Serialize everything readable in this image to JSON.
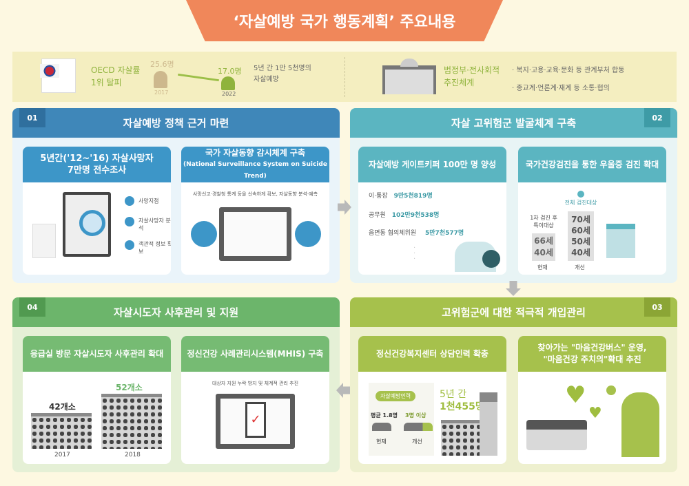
{
  "title": "‘자살예방 국가 행동계획’ 주요내용",
  "summary": {
    "oecd_label": [
      "OECD 자살률",
      "1위 탈피"
    ],
    "from_value": "25.6명",
    "from_year": "2017",
    "to_value": "17.0명",
    "to_year": "2022",
    "oecd_note": [
      "5년 간 1만 5천명의",
      "자살예방"
    ],
    "gov_label": [
      "범정부·전사회적",
      "추진체계"
    ],
    "gov_points": [
      "복지·고용·교육·문화 등 관계부처 합동",
      "종교계·언론계·재계 등 소통·협의"
    ]
  },
  "panels": [
    {
      "num": "01",
      "title": "자살예방 정책 근거 마련",
      "color": "#3f87b9",
      "cards": [
        {
          "title": [
            "5년간('12~'16) 자살사망자",
            "7만명 전수조사"
          ],
          "items": [
            "사망지점",
            "자살사망자 분석",
            "객관적 정보 확보"
          ]
        },
        {
          "title": [
            "국가 자살동향 감시체계 구축",
            "(National Surveillance System on Suicide Trend)"
          ],
          "desc": "사망신고·경찰청 통계 등을 신속하게 확보, 자살동향 분석·예측"
        }
      ]
    },
    {
      "num": "02",
      "title": "자살 고위험군 발굴체계 구축",
      "color": "#5bb5c1",
      "cards": [
        {
          "title": [
            "자살예방 게이트키퍼 100만 명 양성"
          ],
          "rows": [
            {
              "label": "이·통장",
              "value": "9만5천819명"
            },
            {
              "label": "공무원",
              "value": "102만9천538명"
            },
            {
              "label": "읍면동 협의체위원",
              "value": "5만7천577명"
            }
          ]
        },
        {
          "title": [
            "국가건강검진을 통한 우울증 검진 확대"
          ],
          "current_label": "1차 검진 후 특이대상",
          "current_ages": [
            "66세",
            "40세"
          ],
          "current": "현재",
          "improved_label": "전체 검진대상",
          "improved_ages": [
            "70세",
            "60세",
            "50세",
            "40세"
          ],
          "improved": "개선"
        }
      ]
    },
    {
      "num": "03",
      "title": "고위험군에 대한 적극적 개입관리",
      "color": "#a6c14c",
      "cards": [
        {
          "title": [
            "정신건강복지센터 상담인력 확충"
          ],
          "badge": "자살예방인력",
          "avg": "평균 1.8명",
          "target": "3명 이상",
          "current": "현재",
          "improved": "개선",
          "period": "5년 간",
          "total": "1천455명"
        },
        {
          "title": [
            "찾아가는 \"마음건강버스\" 운영,",
            "\"마음건강 주치의\"확대 추진"
          ]
        }
      ]
    },
    {
      "num": "04",
      "title": "자살시도자 사후관리 및 지원",
      "color": "#6cb56b",
      "cards": [
        {
          "title": [
            "응급실 방문 자살시도자 사후관리 확대"
          ],
          "before": "42개소",
          "before_year": "2017",
          "after": "52개소",
          "after_year": "2018"
        },
        {
          "title": [
            "정신건강 사례관리시스템(MHIS) 구축"
          ],
          "desc": "대상자 지원 누락 방지 및 체계적 관리 추진"
        }
      ]
    }
  ]
}
